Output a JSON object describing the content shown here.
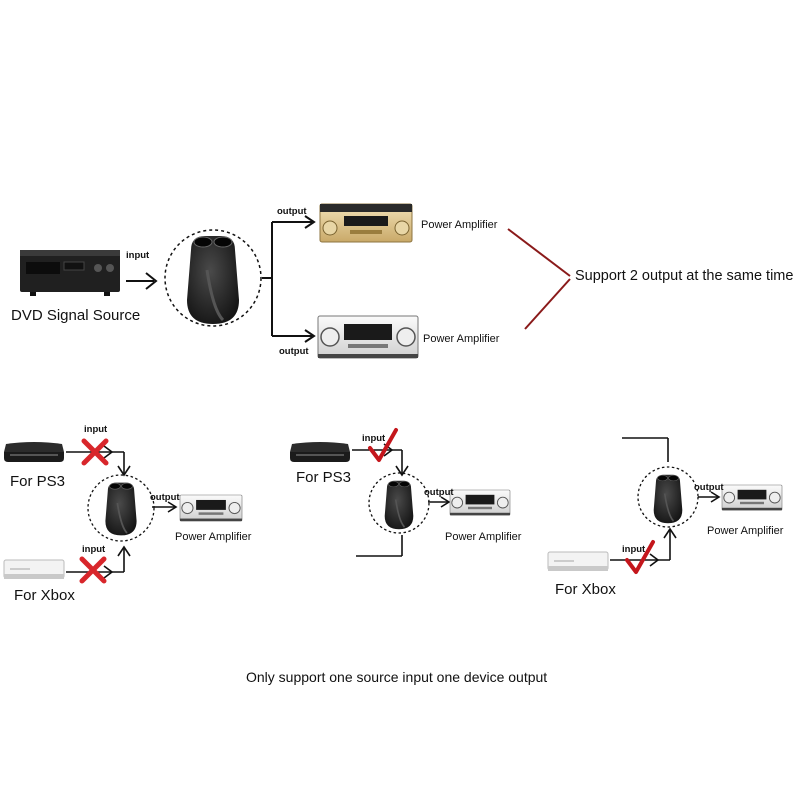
{
  "top": {
    "source_label": "DVD Signal Source",
    "input_label": "input",
    "output_top_label": "output",
    "output_bottom_label": "output",
    "amp_top_label": "Power Amplifier",
    "amp_bottom_label": "Power Amplifier",
    "support_text": "Support 2 output at the same time"
  },
  "panel1": {
    "ps3_label": "For PS3",
    "xbox_label": "For Xbox",
    "input_top": "input",
    "input_bottom": "input",
    "output_label": "output",
    "amp_label": "Power Amplifier"
  },
  "panel2": {
    "ps3_label": "For PS3",
    "input_label": "input",
    "output_label": "output",
    "amp_label": "Power Amplifier"
  },
  "panel3": {
    "xbox_label": "For Xbox",
    "input_label": "input",
    "output_label": "output",
    "amp_label": "Power Amplifier"
  },
  "caption": "Only support one source input one device output",
  "colors": {
    "cross": "#d8262b",
    "check": "#c4161c",
    "connector": "#8a1a1a",
    "line": "#111111"
  }
}
